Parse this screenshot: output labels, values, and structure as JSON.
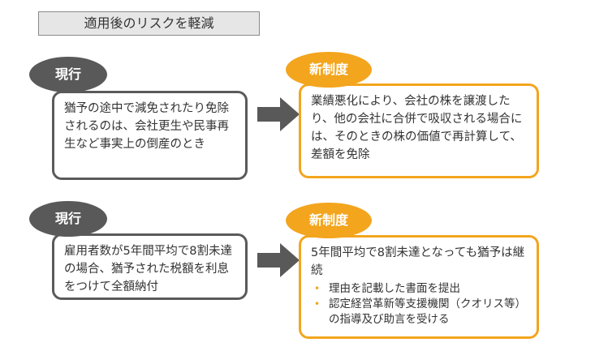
{
  "title": "適用後のリスクを軽減",
  "sections": [
    {
      "current_label": "現行",
      "current_text": "猶予の途中で減免されたり免除されるのは、会社更生や民事再生など事実上の倒産のとき",
      "new_label": "新制度",
      "new_text": "業績悪化により、会社の株を譲渡したり、他の会社に合併で吸収される場合には、そのときの株の価値で再計算して、差額を免除"
    },
    {
      "current_label": "現行",
      "current_text": "雇用者数が5年間平均で8割未達の場合、猶予された税額を利息をつけて全額納付",
      "new_label": "新制度",
      "new_text": "5年間平均で8割未達となっても猶予は継続",
      "new_bullets": [
        "理由を記載した書面を提出",
        "認定経営革新等支援機関（クオリス等）の指導及び助言を受ける"
      ]
    }
  ],
  "colors": {
    "current": "#595959",
    "new": "#f3a51d"
  },
  "icons": {
    "bullet": "•",
    "arrow": "arrow-right-icon"
  }
}
